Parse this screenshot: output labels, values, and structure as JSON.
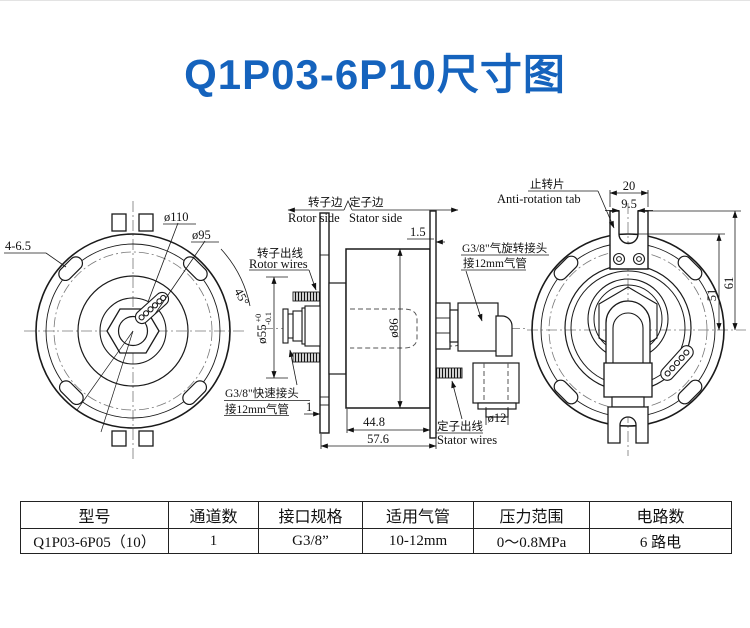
{
  "page": {
    "title": "Q1P03-6P10尺寸图"
  },
  "colors": {
    "title_blue": "#1563bd",
    "line_black": "#1a1a1a"
  },
  "drawing": {
    "left_view": {
      "labels": {
        "holes": "4-6.5",
        "dia_outer": "ø110",
        "dia_bolt": "ø95",
        "angle": "45°"
      }
    },
    "middle_view": {
      "labels": {
        "rotor_side_cn": "转子边",
        "rotor_side_en": "Rotor side",
        "stator_side_cn": "定子边",
        "stator_side_en": "Stator side",
        "rotor_wires_cn": "转子出线",
        "rotor_wires_en": "Rotor wires",
        "plate_thickness": "1.5",
        "shaft_dia": "ø55",
        "shaft_tol_upper": "+0",
        "shaft_tol_lower": "-0.1",
        "body_dia": "ø86",
        "quick_fitting_line1": "G3/8\"快速接头",
        "quick_fitting_line2": "接12mm气管",
        "rotary_fitting_line1": "G3/8\"气旋转接头",
        "rotary_fitting_line2": "接12mm气管",
        "stem_dia": "ø12",
        "stator_wires_cn": "定子出线",
        "stator_wires_en": "Stator wires",
        "dim_plate": "1",
        "dim_body": "44.8",
        "dim_total": "57.6"
      }
    },
    "right_view": {
      "labels": {
        "tab_cn": "止转片",
        "tab_en": "Anti-rotation tab",
        "dim_tab_width": "20",
        "dim_slot_width": "9.5",
        "dim_total_height": "61",
        "dim_slot_height": "51"
      }
    }
  },
  "table": {
    "headers": [
      "型号",
      "通道数",
      "接口规格",
      "适用气管",
      "压力范围",
      "电路数"
    ],
    "rows": [
      [
        "Q1P03-6P05（10）",
        "1",
        "G3/8”",
        "10-12mm",
        "0～0.8MPa",
        "6 路电"
      ]
    ]
  }
}
